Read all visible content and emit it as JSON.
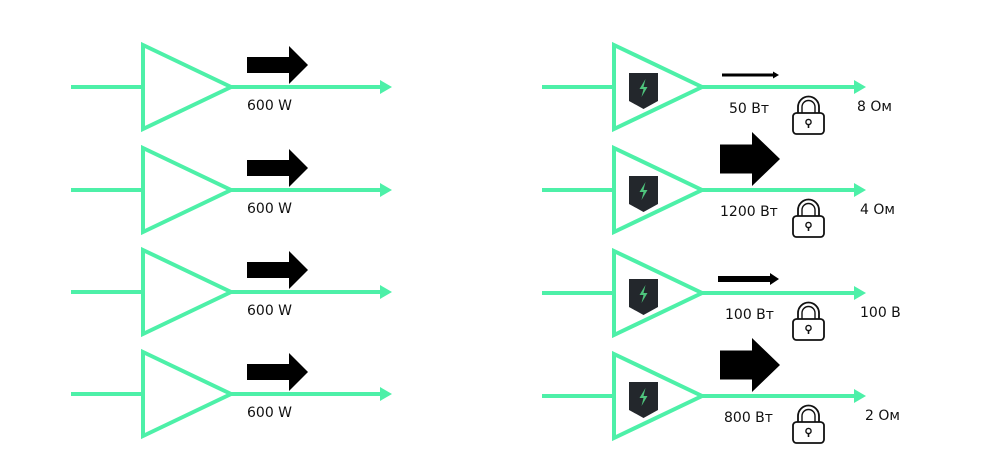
{
  "colors": {
    "signal_line": "#4df0a8",
    "power_arrow": "#000000",
    "badge_fill": "#23272c",
    "badge_bolt": "#4ec47c",
    "lock_stroke": "#111111",
    "text": "#111111"
  },
  "left_column": {
    "description": "Conventional amplifier channels",
    "channels": [
      {
        "power_label": "600 W",
        "power_value_w": 600
      },
      {
        "power_label": "600 W",
        "power_value_w": 600
      },
      {
        "power_label": "600 W",
        "power_value_w": 600
      },
      {
        "power_label": "600 W",
        "power_value_w": 600
      }
    ]
  },
  "right_column": {
    "description": "Amplifier channels with power-sharing badge and locked load",
    "channels": [
      {
        "power_label": "50 Вт",
        "power_value_w": 50,
        "arrow_size": "thin",
        "load_label": "8 Ом",
        "locked": true
      },
      {
        "power_label": "1200 Вт",
        "power_value_w": 1200,
        "arrow_size": "large",
        "load_label": "4 Ом",
        "locked": true
      },
      {
        "power_label": "100 Вт",
        "power_value_w": 100,
        "arrow_size": "medium",
        "load_label": "100 В",
        "locked": true
      },
      {
        "power_label": "800 Вт",
        "power_value_w": 800,
        "arrow_size": "large",
        "load_label": "2 Ом",
        "locked": true
      }
    ]
  }
}
